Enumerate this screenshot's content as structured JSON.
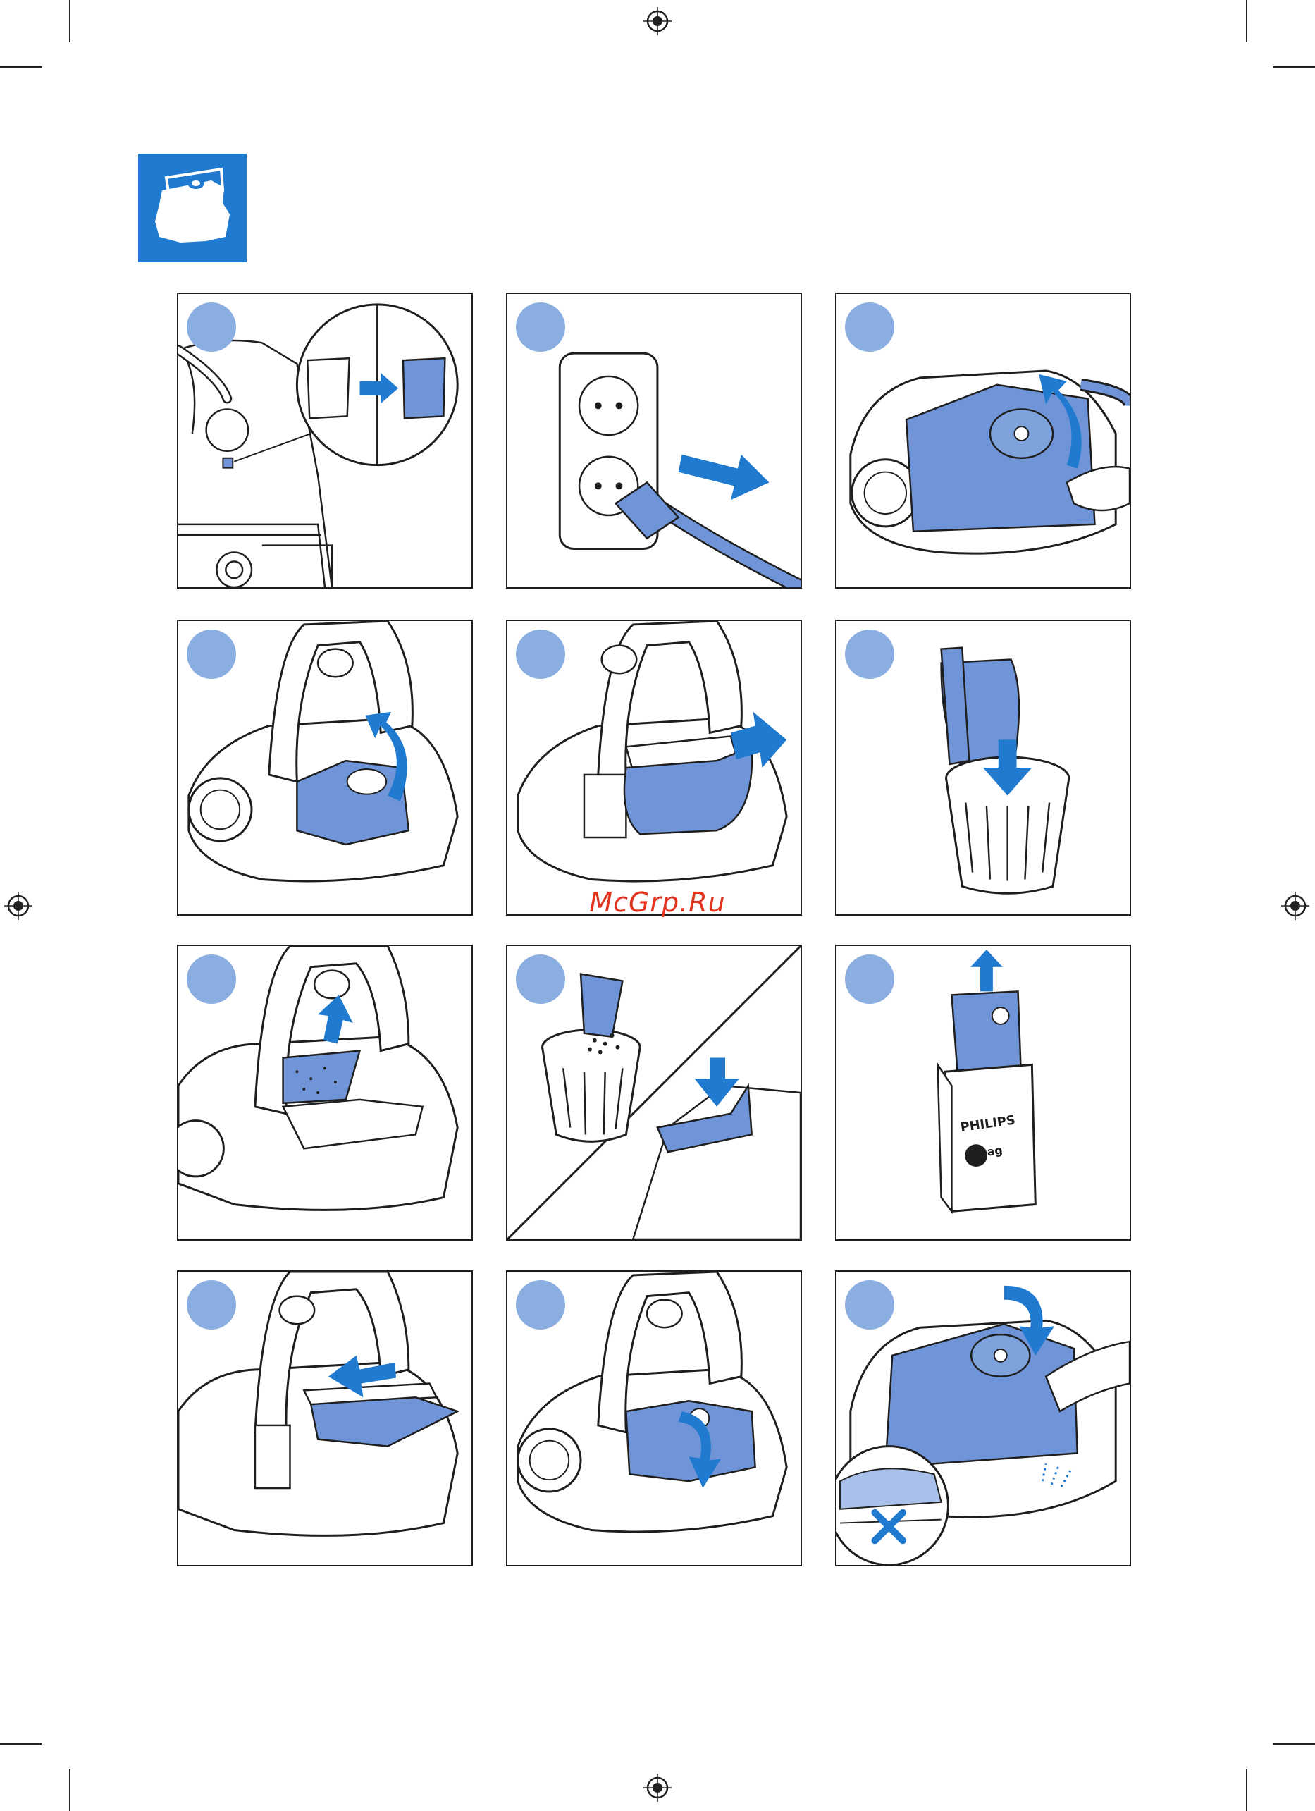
{
  "watermark": "McGrp.Ru",
  "brand_box_text": "PHILIPS",
  "bag_logo_text": "bag",
  "colors": {
    "accent_blue": "#1f7ad0",
    "panel_fill_blue": "#6f95d8",
    "step_circle_blue": "#8aaee0",
    "line": "#1e1e1e",
    "watermark_red": "#e3341f"
  },
  "header_icon": "dust-bag-icon",
  "steps": [
    {
      "icon": "bag-full-indicator-icon"
    },
    {
      "icon": "unplug-icon"
    },
    {
      "icon": "open-cover-icon"
    },
    {
      "icon": "lift-bag-holder-icon"
    },
    {
      "icon": "remove-bag-icon"
    },
    {
      "icon": "dispose-bag-icon"
    },
    {
      "icon": "remove-filter-icon"
    },
    {
      "icon": "clean-filter-icon"
    },
    {
      "icon": "new-bag-icon"
    },
    {
      "icon": "insert-bag-icon"
    },
    {
      "icon": "lower-bag-holder-icon"
    },
    {
      "icon": "close-cover-icon"
    }
  ]
}
